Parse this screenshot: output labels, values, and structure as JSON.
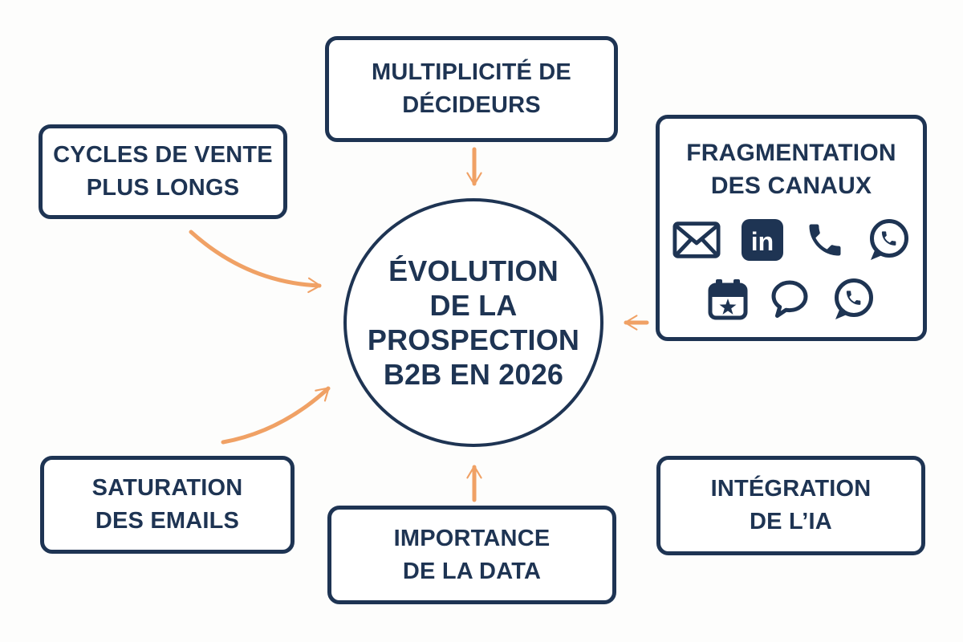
{
  "colors": {
    "navy": "#1e3453",
    "orange": "#f0a165",
    "background": "#fdfdfc",
    "box_fill": "#ffffff"
  },
  "center_circle": {
    "lines": [
      "ÉVOLUTION",
      "DE LA",
      "PROSPECTION",
      "B2B EN 2026"
    ]
  },
  "boxes": {
    "multiplicity": {
      "lines": [
        "MULTIPLICITÉ DE",
        "DÉCIDEURS"
      ]
    },
    "cycles": {
      "lines": [
        "CYCLES DE VENTE",
        "PLUS LONGS"
      ]
    },
    "fragmentation": {
      "lines": [
        "FRAGMENTATION",
        "DES CANAUX"
      ],
      "icons_row1": [
        "email-icon",
        "linkedin-icon",
        "phone-icon",
        "whatsapp-icon"
      ],
      "icons_row2": [
        "calendar-icon",
        "chat-bubble-icon",
        "whatsapp-icon"
      ],
      "linkedin_glyph": "in"
    },
    "saturation": {
      "lines": [
        "SATURATION",
        "DES EMAILS"
      ]
    },
    "importance": {
      "lines": [
        "IMPORTANCE",
        "DE LA DATA"
      ]
    },
    "integration": {
      "lines": [
        "INTÉGRATION",
        "DE L’IA"
      ]
    }
  },
  "arrows": [
    {
      "name": "arrow-multiplicity-to-circle",
      "direction": "down",
      "style": "straight"
    },
    {
      "name": "arrow-cycles-to-circle",
      "direction": "down-right",
      "style": "curved"
    },
    {
      "name": "arrow-fragmentation-to-circle",
      "direction": "left",
      "style": "straight"
    },
    {
      "name": "arrow-saturation-to-circle",
      "direction": "up-right",
      "style": "curved"
    },
    {
      "name": "arrow-importance-to-circle",
      "direction": "up",
      "style": "straight"
    }
  ]
}
